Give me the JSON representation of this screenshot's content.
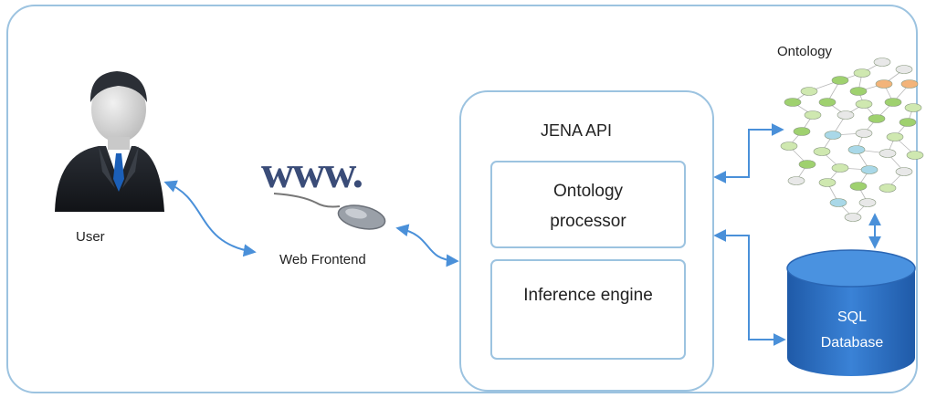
{
  "labels": {
    "user": "User",
    "web_frontend": "Web Frontend",
    "ontology": "Ontology",
    "jena_api": "JENA API",
    "ontology_processor_line1": "Ontology",
    "ontology_processor_line2": "processor",
    "inference_engine": "Inference engine",
    "sql_line1": "SQL",
    "sql_line2": "Database",
    "www_logo": "www."
  },
  "colors": {
    "border": "#9cc3e0",
    "arrow": "#4a90d9",
    "database": "#2e6fc4",
    "www_text": "#3a4c78"
  },
  "icons": [
    "user-avatar-icon",
    "www-mouse-icon",
    "ontology-graph-icon",
    "database-icon"
  ]
}
